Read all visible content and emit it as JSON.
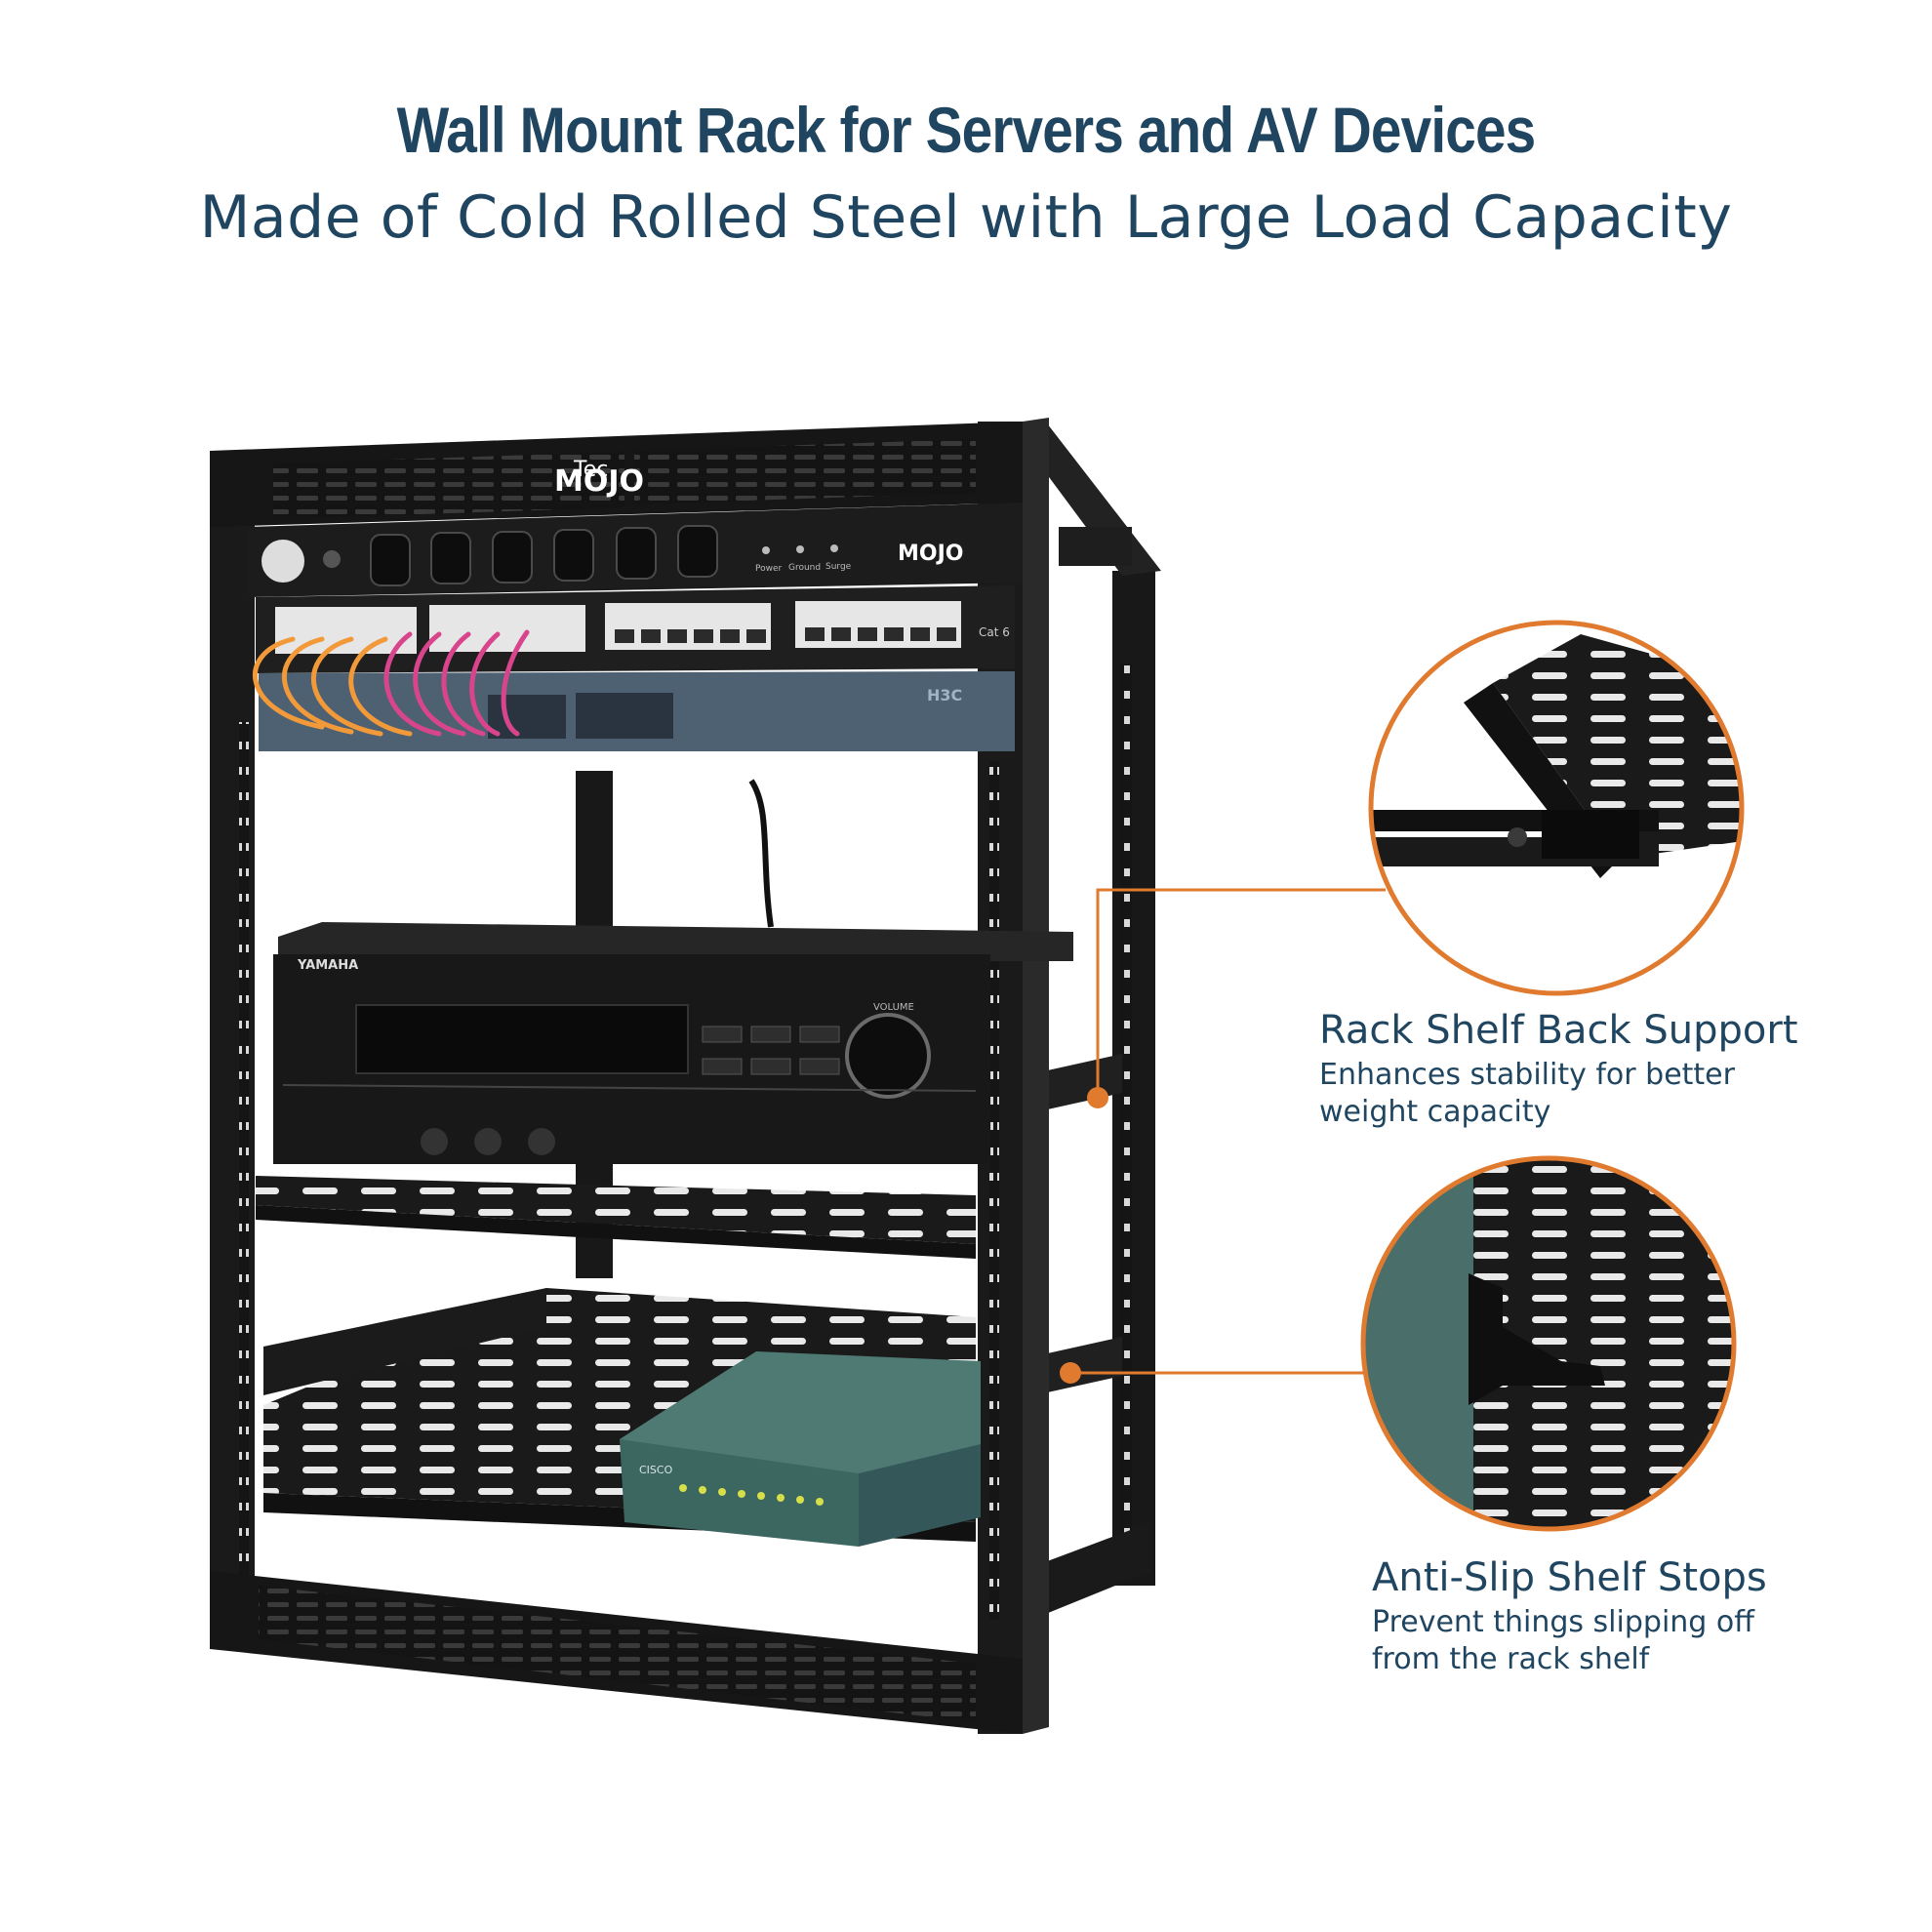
{
  "header": {
    "title": "Wall Mount Rack for Servers and AV Devices",
    "subtitle": "Made of Cold Rolled Steel with Large Load Capacity"
  },
  "callouts": [
    {
      "title": "Rack Shelf Back Support",
      "description": "Enhances stability for better weight capacity"
    },
    {
      "title": "Anti-Slip Shelf Stops",
      "description": "Prevent things slipping off from the rack shelf"
    }
  ],
  "product_labels": {
    "brand_small": "Tec",
    "brand": "MOJO",
    "pdu_lights": [
      "Power",
      "Ground",
      "Surge"
    ],
    "patch_panel": "Cat 6",
    "switch_brand": "H3C",
    "receiver_brand": "YAMAHA",
    "receiver_volume": "VOLUME",
    "firewall_brand": "CISCO"
  },
  "colors": {
    "accent": "#e07a2f",
    "heading": "#1f4560",
    "steel": "#1c1c1c"
  }
}
